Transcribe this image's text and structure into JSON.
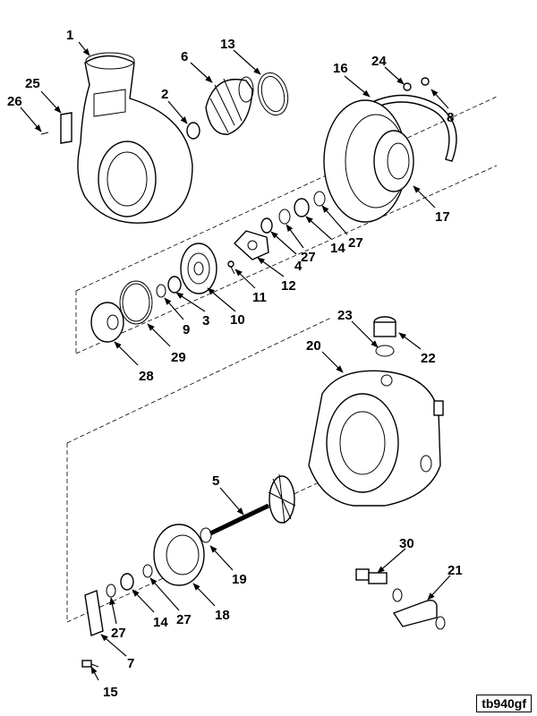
{
  "figure_id": "tb940gf",
  "callouts": [
    "1",
    "2",
    "3",
    "4",
    "5",
    "6",
    "7",
    "8",
    "9",
    "10",
    "11",
    "12",
    "13",
    "14",
    "14",
    "15",
    "16",
    "17",
    "18",
    "19",
    "20",
    "21",
    "22",
    "23",
    "24",
    "25",
    "26",
    "27",
    "27",
    "27",
    "27",
    "28",
    "29",
    "30"
  ]
}
